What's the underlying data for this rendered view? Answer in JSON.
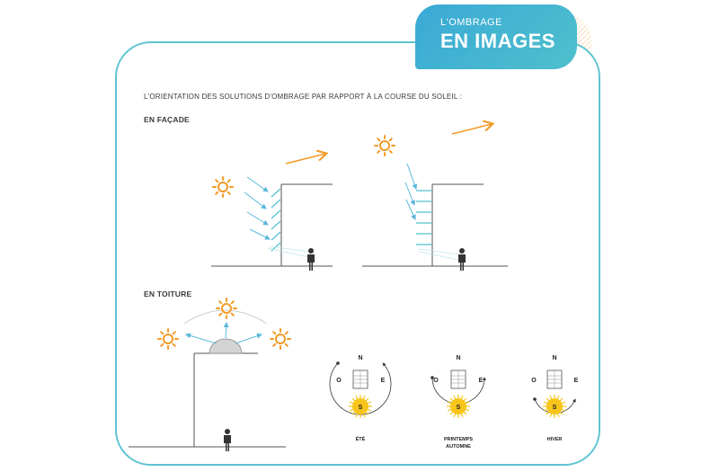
{
  "banner": {
    "kicker": "L'OMBRAGE",
    "title": "EN IMAGES"
  },
  "intro": "L'ORIENTATION DES SOLUTIONS D'OMBRAGE PAR RAPPORT À LA COURSE DU SOLEIL :",
  "section_facade": "EN FAÇADE",
  "section_toiture": "EN TOITURE",
  "compass": {
    "north": "N",
    "west": "O",
    "east": "E",
    "south": "S"
  },
  "seasons": [
    {
      "line1": "ÉTÉ",
      "line2": ""
    },
    {
      "line1": "PRINTEMPS",
      "line2": "AUTOMNE"
    },
    {
      "line1": "HIVER",
      "line2": ""
    }
  ],
  "colors": {
    "teal": "#4ec0cc",
    "orange": "#f39a26",
    "sun_yellow": "#f7c51b",
    "ray_blue": "#5bb8dc",
    "dark": "#333333"
  },
  "icons": [
    "sun-icon",
    "person-icon",
    "arrow-icon",
    "compass-icon"
  ]
}
